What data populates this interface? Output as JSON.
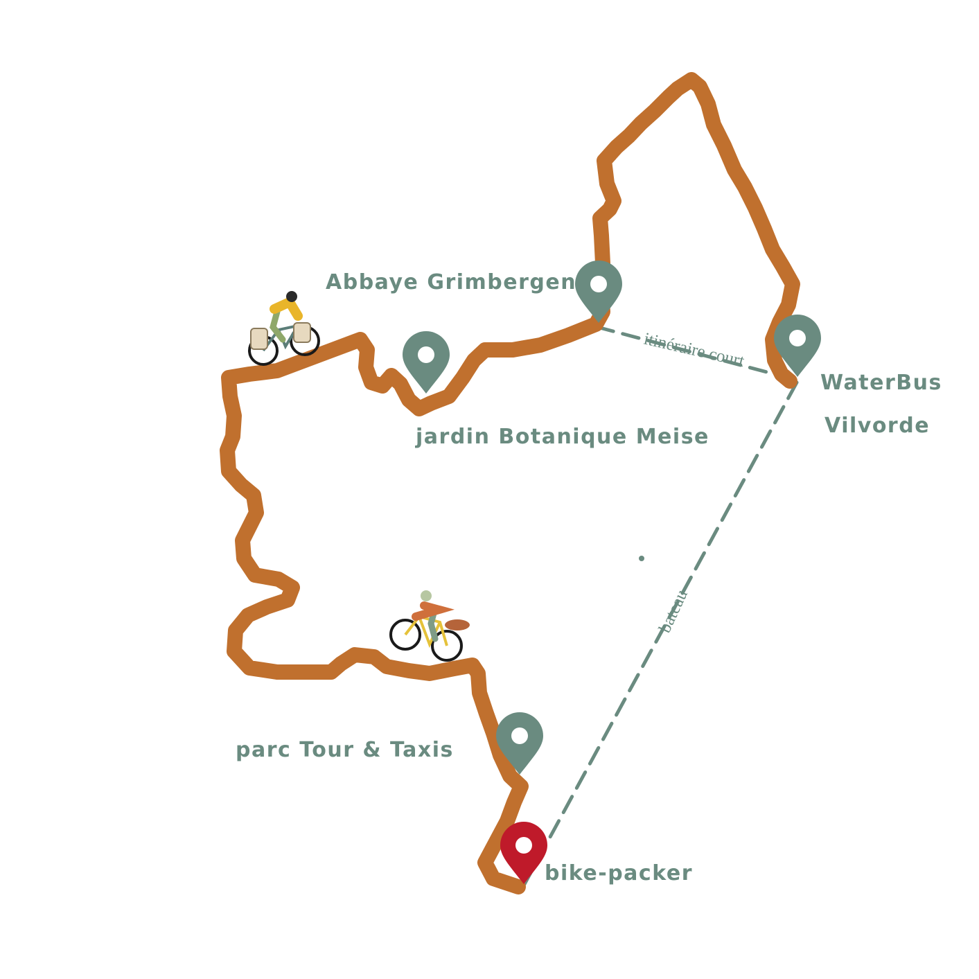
{
  "colors": {
    "route": "#c0702e",
    "marker": "#6a8b80",
    "marker_start": "#bf1a2a",
    "label": "#6a8b80",
    "background": "#ffffff"
  },
  "places": {
    "abbaye": "Abbaye Grimbergen",
    "jardin": "jardin Botanique Meise",
    "waterbus_line1": "WaterBus",
    "waterbus_line2": "Vilvorde",
    "parc": "parc Tour & Taxis",
    "start": "bike-packer"
  },
  "route_notes": {
    "short_route": "itinéraire court",
    "boat": "bateau"
  },
  "icons": [
    "map-pin-icon",
    "cyclist-touring-icon",
    "cyclist-gravel-icon"
  ]
}
